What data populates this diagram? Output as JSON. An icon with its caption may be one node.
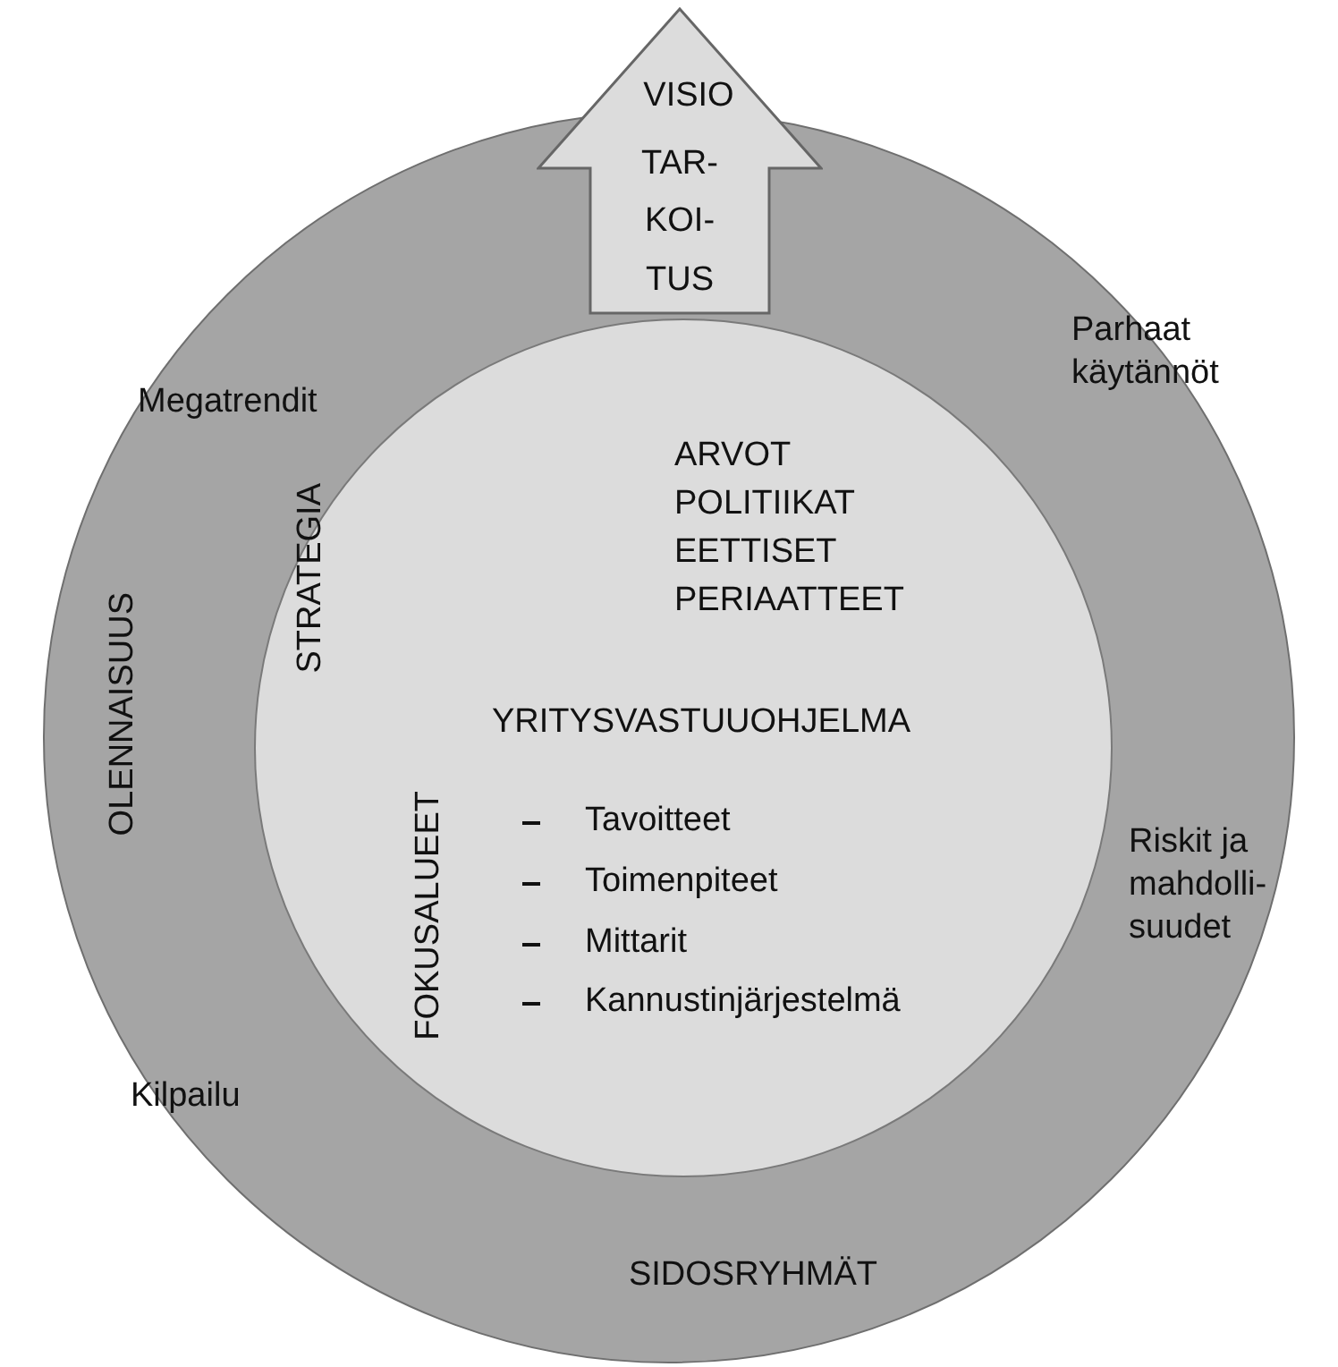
{
  "diagram": {
    "nodes": [
      {
        "text": [
          "Megatrendit",
          "Parhaat käytännöt",
          "OLENNAISUUS",
          "Riskit ja mahdolli-suudet",
          "Kilpailu",
          "SIDOSRYHMÄT"
        ]
      },
      {
        "text": [
          "VISIO",
          "TAR-KOI-TUS"
        ]
      },
      {
        "text": [
          "ARVOT POLITIIKAT EETTISET PERIAATTEET",
          "STRATEGIA",
          "YRITYSVASTUUOHJELMA",
          "FOKUSALUEET",
          "Tavoitteet",
          "Toimenpiteet",
          "Mittarit",
          "Kannustinjärjestelmä"
        ],
        "in": 0
      }
    ],
    "edges": []
  }
}
